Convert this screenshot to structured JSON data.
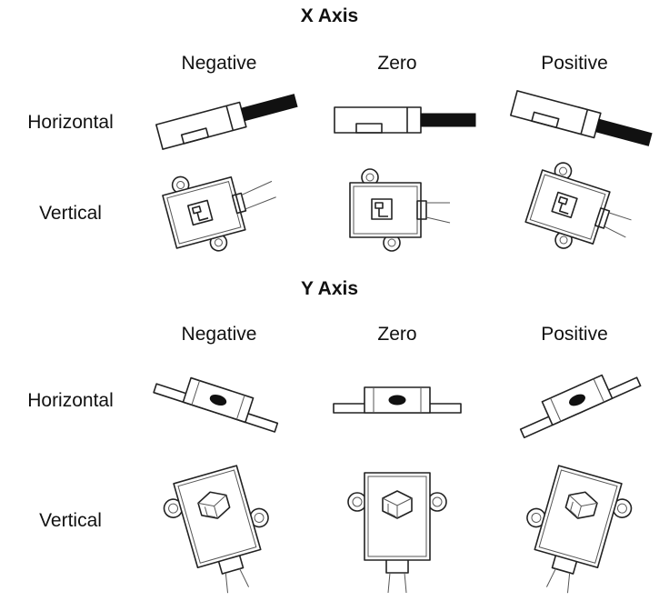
{
  "sections": [
    {
      "title": "X Axis",
      "columns": [
        "Negative",
        "Zero",
        "Positive"
      ],
      "rows": [
        "Horizontal",
        "Vertical"
      ]
    },
    {
      "title": "Y Axis",
      "columns": [
        "Negative",
        "Zero",
        "Positive"
      ],
      "rows": [
        "Horizontal",
        "Vertical"
      ]
    }
  ],
  "tilt_degrees": {
    "negative": -15,
    "zero": 0,
    "positive": 15
  }
}
